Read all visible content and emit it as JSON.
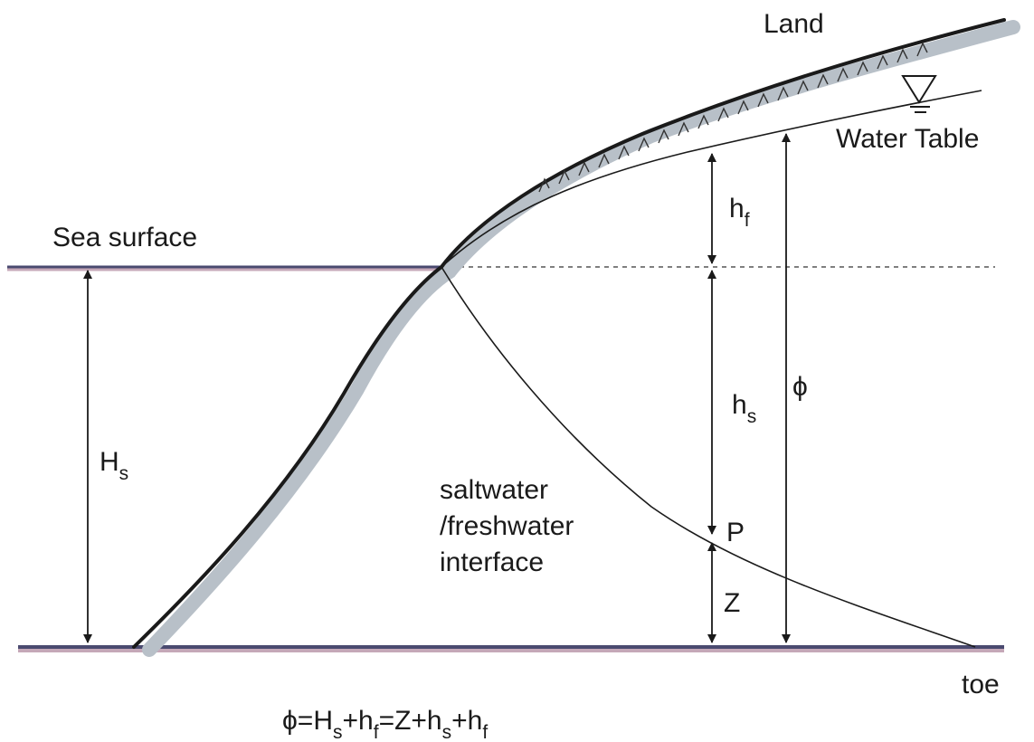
{
  "labels": {
    "land": "Land",
    "water_table": "Water Table",
    "sea_surface": "Sea surface",
    "interface_line1": "saltwater",
    "interface_line2": "/freshwater",
    "interface_line3": "interface",
    "toe": "toe",
    "point_p": "P",
    "z": "Z",
    "phi": "ϕ",
    "hf_main": "h",
    "hf_sub": "f",
    "hs_main": "h",
    "hs_sub": "s",
    "Hs_main": "H",
    "Hs_sub": "s"
  },
  "equation": {
    "phi": "ϕ=H",
    "s1": "s",
    "t1": "+h",
    "f1": "f",
    "t2": "=Z+h",
    "s2": "s",
    "t3": "+h",
    "f2": "f"
  },
  "icons": {
    "water_table_marker": "inverted-triangle"
  },
  "colors": {
    "water_line": "#4a4a70",
    "water_line_shadow": "#c5a8b8",
    "ground_shadow": "#b8c0c8",
    "ink": "#1a1a1a"
  }
}
